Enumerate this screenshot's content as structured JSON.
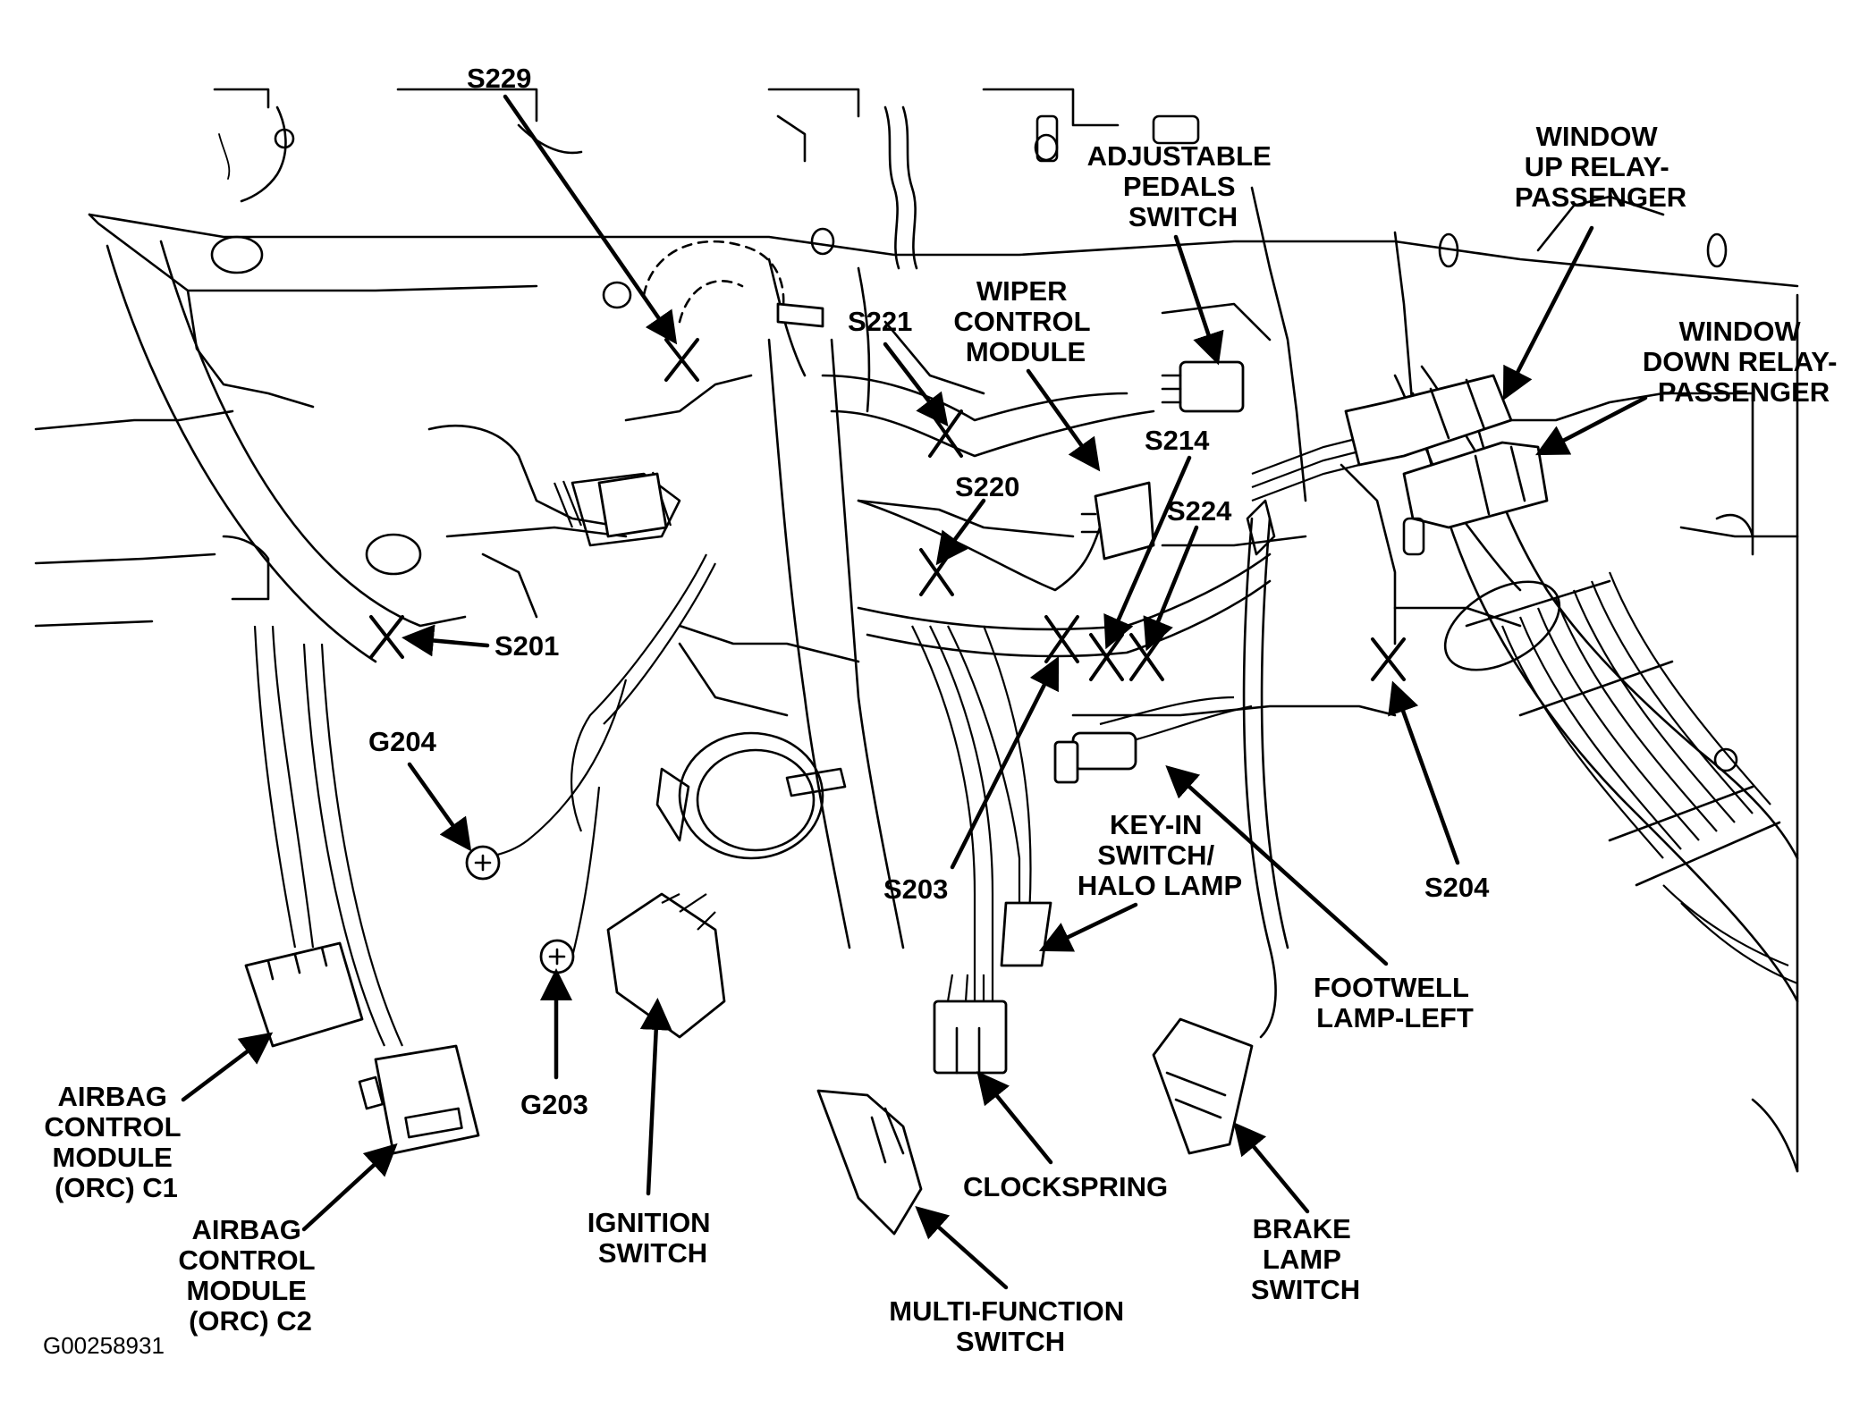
{
  "labels": {
    "s229": "S229",
    "adjustable_pedals": [
      "ADJUSTABLE",
      "PEDALS",
      "SWITCH"
    ],
    "window_up": [
      "WINDOW",
      "UP RELAY-",
      "PASSENGER"
    ],
    "window_down": [
      "WINDOW",
      "DOWN RELAY-",
      "PASSENGER"
    ],
    "wiper": [
      "WIPER",
      "CONTROL",
      "MODULE"
    ],
    "s221": "S221",
    "s214": "S214",
    "s220": "S220",
    "s224": "S224",
    "s201": "S201",
    "g204": "G204",
    "g203": "G203",
    "s203": "S203",
    "key_in": [
      "KEY-IN",
      "SWITCH/",
      "HALO LAMP"
    ],
    "s204": "S204",
    "footwell": [
      "FOOTWELL",
      "LAMP-LEFT"
    ],
    "airbag_c1": [
      "AIRBAG",
      "CONTROL",
      "MODULE",
      "(ORC) C1"
    ],
    "airbag_c2": [
      "AIRBAG",
      "CONTROL",
      "MODULE",
      "(ORC) C2"
    ],
    "ignition": [
      "IGNITION",
      "SWITCH"
    ],
    "clockspring": "CLOCKSPRING",
    "brake_lamp": [
      "BRAKE",
      "LAMP",
      "SWITCH"
    ],
    "multi_function": [
      "MULTI-FUNCTION",
      "SWITCH"
    ]
  },
  "figure_code": "G00258931"
}
